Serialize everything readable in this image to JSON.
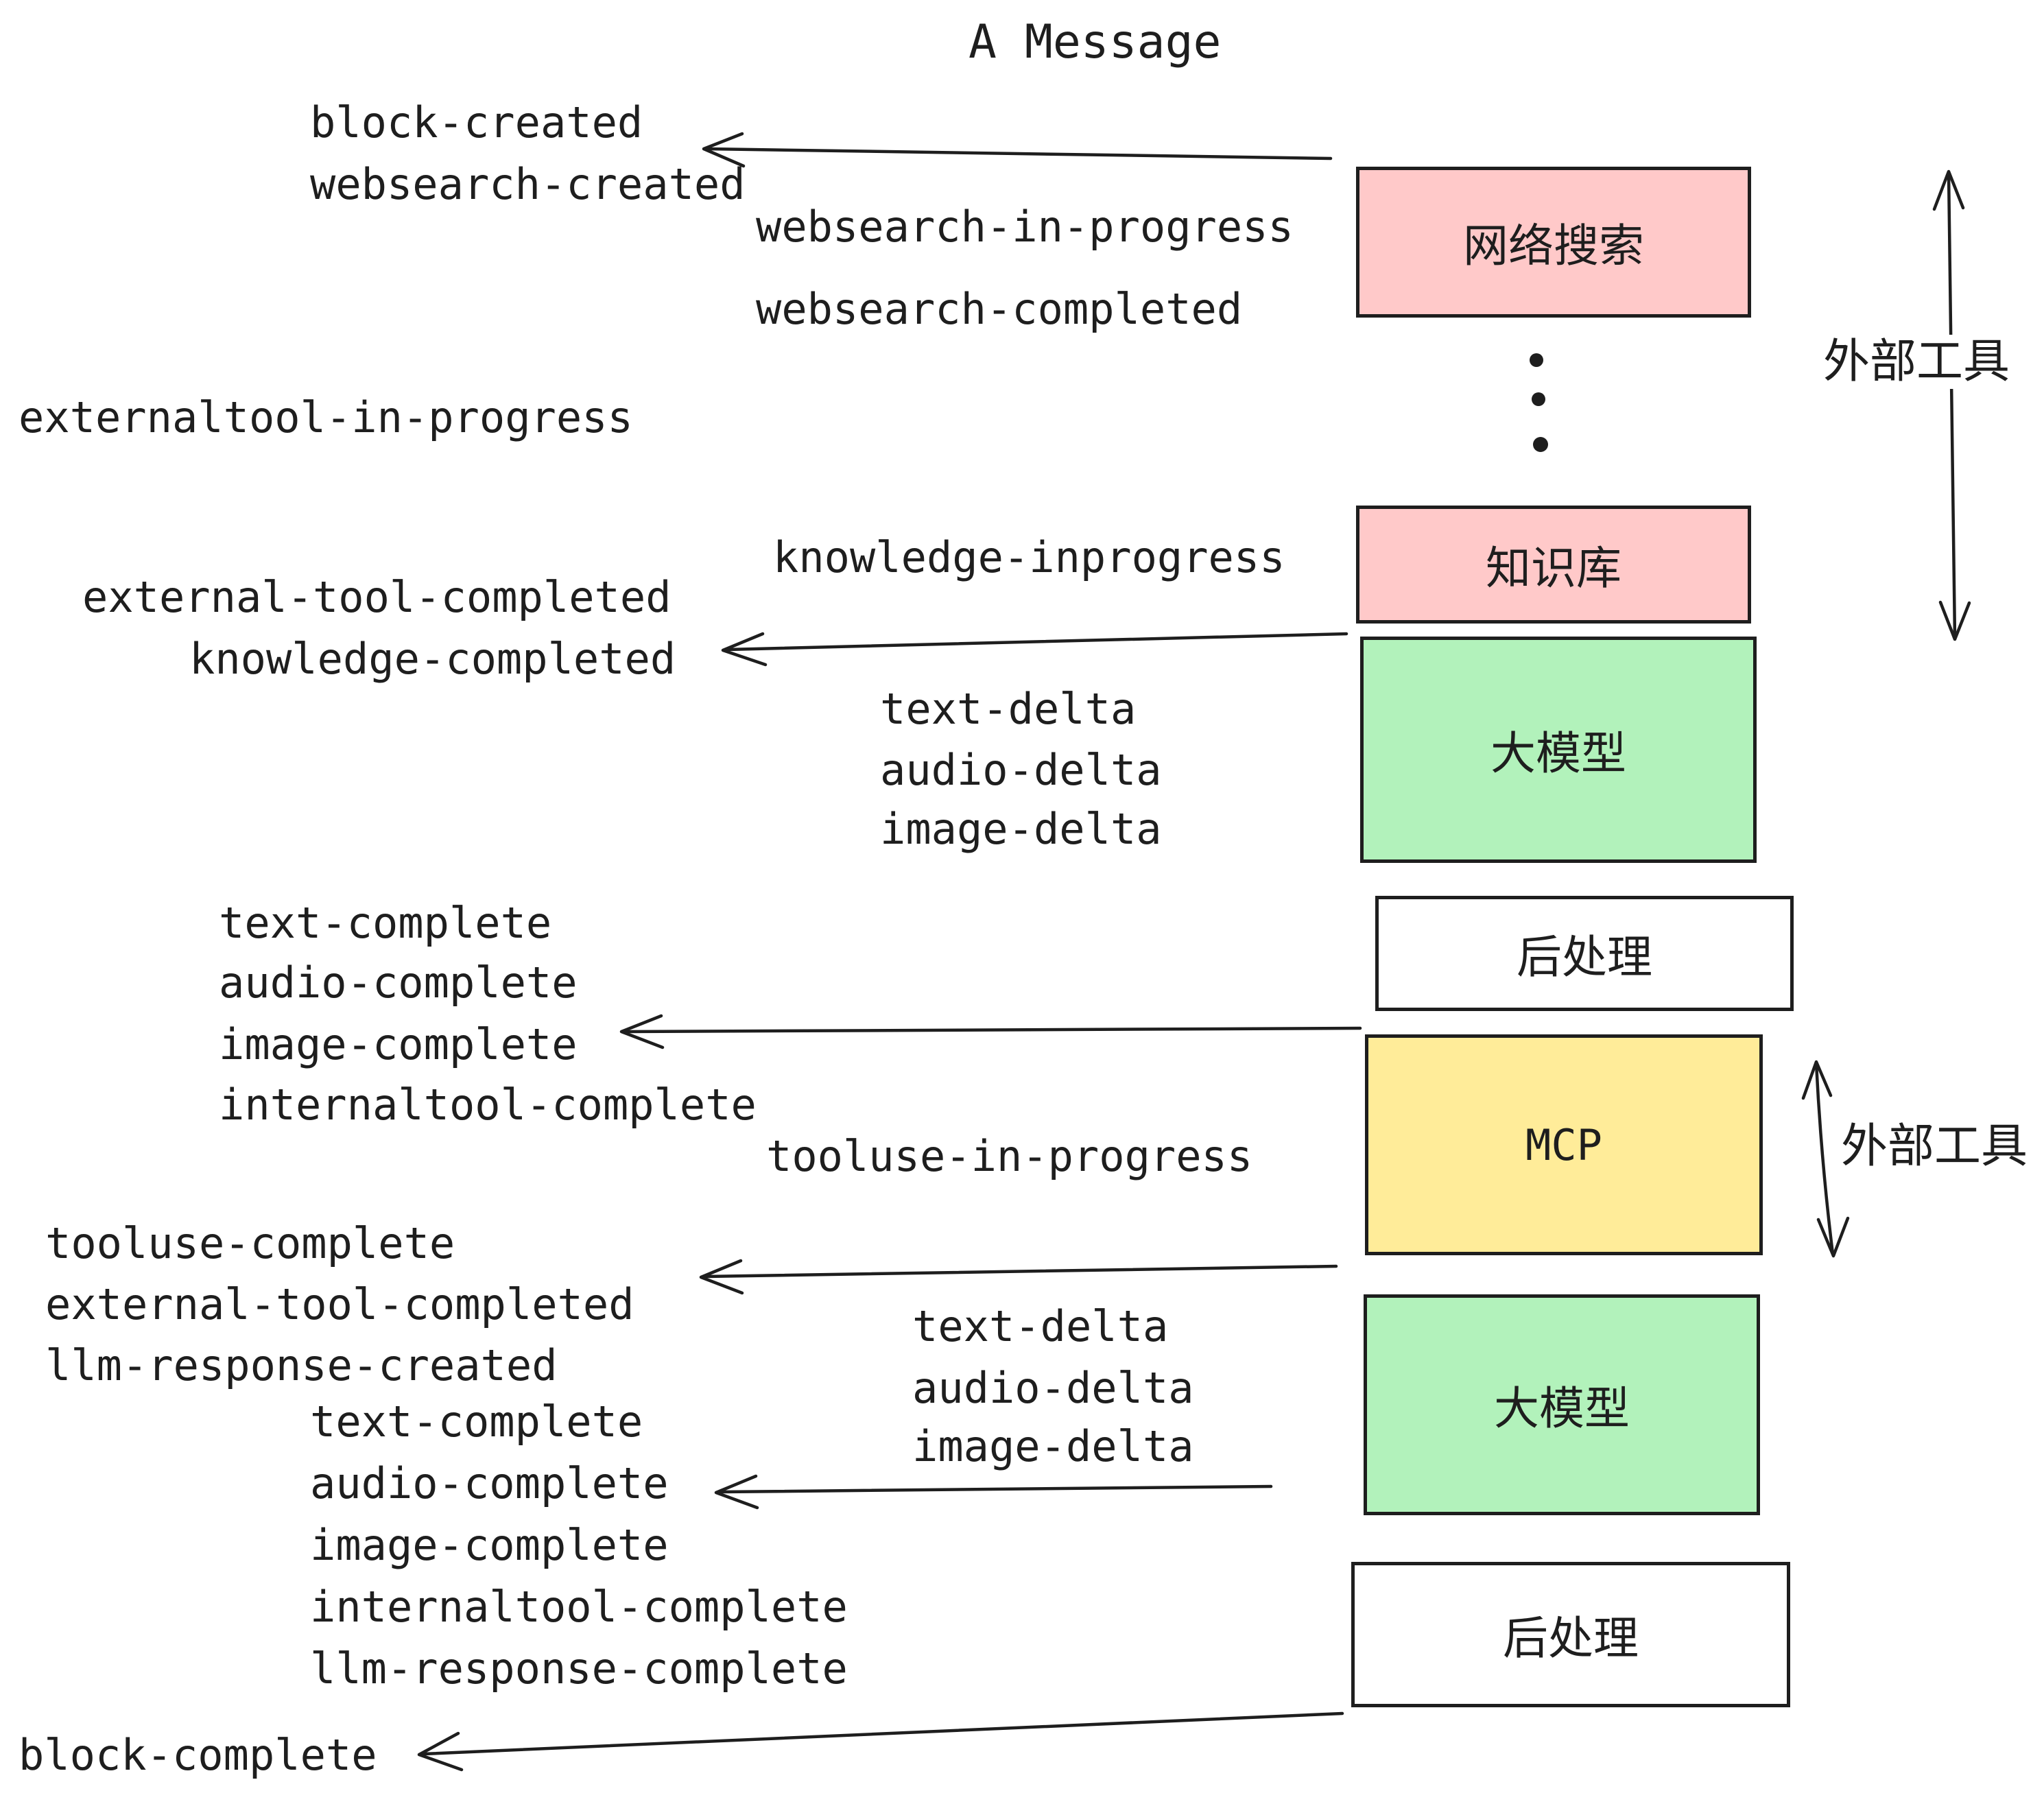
{
  "title": "A Message",
  "colors": {
    "ink": "#1e1e1e",
    "box_pink": "#ffc9c9",
    "box_green": "#b2f2bb",
    "box_yellow": "#ffec99",
    "box_white": "#ffffff",
    "background": "#ffffff"
  },
  "boxes": [
    {
      "id": "websearch",
      "label": "网络搜索",
      "color": "#ffc9c9"
    },
    {
      "id": "knowledge",
      "label": "知识库",
      "color": "#ffc9c9"
    },
    {
      "id": "llm-1",
      "label": "大模型",
      "color": "#b2f2bb"
    },
    {
      "id": "post-1",
      "label": "后处理",
      "color": "#ffffff"
    },
    {
      "id": "mcp",
      "label": "MCP",
      "color": "#ffec99"
    },
    {
      "id": "llm-2",
      "label": "大模型",
      "color": "#b2f2bb"
    },
    {
      "id": "post-2",
      "label": "后处理",
      "color": "#ffffff"
    }
  ],
  "side_labels": [
    {
      "text": "外部工具"
    },
    {
      "text": "外部工具"
    }
  ],
  "events": [
    "block-created",
    "websearch-created",
    "websearch-in-progress",
    "websearch-completed",
    "externaltool-in-progress",
    "knowledge-inprogress",
    "external-tool-completed",
    "knowledge-completed",
    "text-delta",
    "audio-delta",
    "image-delta",
    "text-complete",
    "audio-complete",
    "image-complete",
    "internaltool-complete",
    "tooluse-in-progress",
    "tooluse-complete",
    "external-tool-completed",
    "llm-response-created",
    "text-complete",
    "audio-complete",
    "image-complete",
    "internaltool-complete",
    "llm-response-complete",
    "block-complete",
    "text-delta",
    "audio-delta",
    "image-delta"
  ]
}
